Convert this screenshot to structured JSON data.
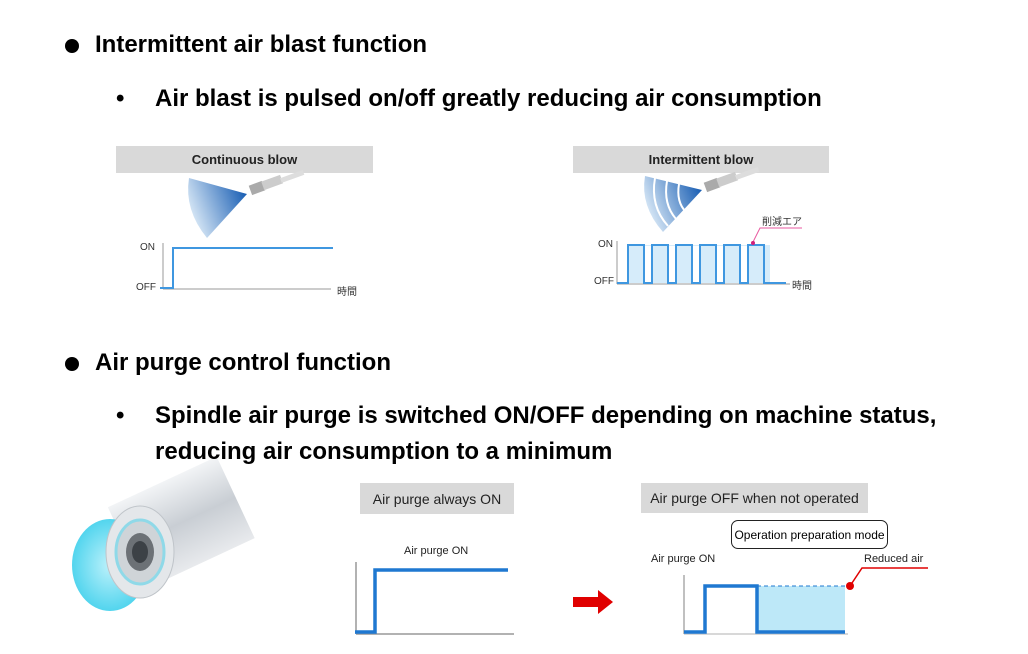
{
  "section1": {
    "title": "Intermittent air blast function",
    "sub": "Air blast is pulsed on/off greatly reducing air consumption",
    "continuous": {
      "header": "Continuous blow",
      "on": "ON",
      "off": "OFF",
      "time": "時間"
    },
    "intermittent": {
      "header": "Intermittent blow",
      "on": "ON",
      "off": "OFF",
      "time": "時間",
      "reduced": "削減エア"
    }
  },
  "section2": {
    "title": "Air purge control function",
    "sub_line1": "Spindle air purge is switched ON/OFF depending on machine status,",
    "sub_line2": "reducing air consumption to a minimum",
    "always": {
      "header": "Air purge always ON",
      "label": "Air purge ON"
    },
    "off_mode": {
      "header": "Air purge OFF when not operated",
      "mode": "Operation preparation mode",
      "label": "Air purge ON",
      "reduced": "Reduced air"
    }
  },
  "colors": {
    "line": "#1f78d1",
    "fill": "#bde8f8",
    "accent": "#e00000",
    "header_bg": "#d9d9d9"
  }
}
